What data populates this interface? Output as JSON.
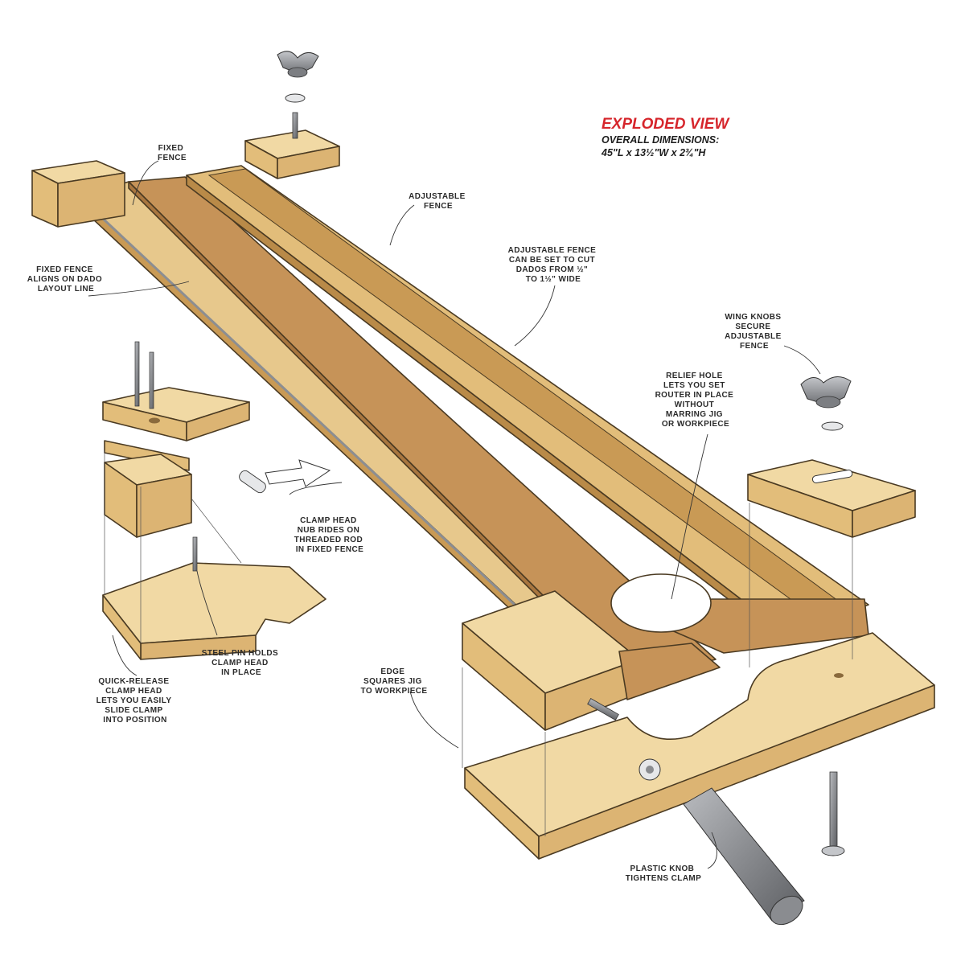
{
  "title": {
    "heading": "EXPLODED VIEW",
    "dimensions_label": "OVERALL DIMENSIONS:",
    "dimensions_value": "45\"L x 13½\"W x 2¾\"H"
  },
  "callouts": {
    "fixed_fence": [
      "FIXED",
      "FENCE"
    ],
    "adjustable_fence": [
      "ADJUSTABLE",
      "FENCE"
    ],
    "adjustable_fence_range": [
      "ADJUSTABLE FENCE",
      "CAN BE SET TO CUT",
      "DADOS FROM ½\"",
      "TO 1½\" WIDE"
    ],
    "fixed_fence_aligns": [
      "FIXED FENCE",
      "ALIGNS ON DADO",
      "LAYOUT LINE"
    ],
    "wing_knobs": [
      "WING KNOBS",
      "SECURE",
      "ADJUSTABLE",
      "FENCE"
    ],
    "relief_hole": [
      "RELIEF HOLE",
      "LETS YOU SET",
      "ROUTER IN PLACE",
      "WITHOUT",
      "MARRING JIG",
      "OR WORKPIECE"
    ],
    "clamp_head_nub": [
      "CLAMP HEAD",
      "NUB RIDES ON",
      "THREADED ROD",
      "IN FIXED FENCE"
    ],
    "steel_pin": [
      "STEEL PIN HOLDS",
      "CLAMP HEAD",
      "IN PLACE"
    ],
    "quick_release": [
      "QUICK-RELEASE",
      "CLAMP HEAD",
      "LETS YOU EASILY",
      "SLIDE CLAMP",
      "INTO POSITION"
    ],
    "edge_squares": [
      "EDGE",
      "SQUARES JIG",
      "TO WORKPIECE"
    ],
    "plastic_knob": [
      "PLASTIC KNOB",
      "TIGHTENS CLAMP"
    ]
  },
  "colors": {
    "title_red": "#d6252b",
    "wood_light": "#f1d9a4",
    "wood_mid": "#e2bd7a",
    "wood_dark": "#c99a55",
    "hardboard": "#c69358",
    "hardboard_dark": "#a9763f",
    "hardware_gray": "#8a8c90"
  }
}
